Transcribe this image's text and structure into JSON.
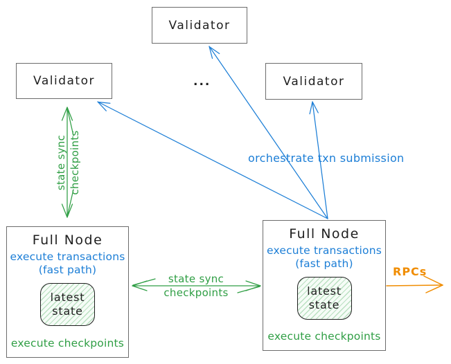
{
  "validators": {
    "top": "Validator",
    "left": "Validator",
    "right": "Validator"
  },
  "ellipsis": "...",
  "full_nodes": {
    "left": {
      "title": "Full Node",
      "exec_line1": "execute transactions",
      "exec_line2": "(fast path)",
      "state_line1": "latest",
      "state_line2": "state",
      "checkpoints": "execute checkpoints"
    },
    "right": {
      "title": "Full Node",
      "exec_line1": "execute transactions",
      "exec_line2": "(fast path)",
      "state_line1": "latest",
      "state_line2": "state",
      "checkpoints": "execute checkpoints"
    }
  },
  "labels": {
    "state_sync_vertical_line1": "state sync",
    "state_sync_vertical_line2": "checkpoints",
    "state_sync_horizontal_line1": "state sync",
    "state_sync_horizontal_line2": "checkpoints",
    "orchestrate": "orchestrate txn submission",
    "rpcs": "RPCs"
  },
  "colors": {
    "blue": "#1c7ed6",
    "green": "#2f9e44",
    "orange": "#f08c00",
    "box_border": "#6b6b6b",
    "ink": "#1e1e1e"
  }
}
